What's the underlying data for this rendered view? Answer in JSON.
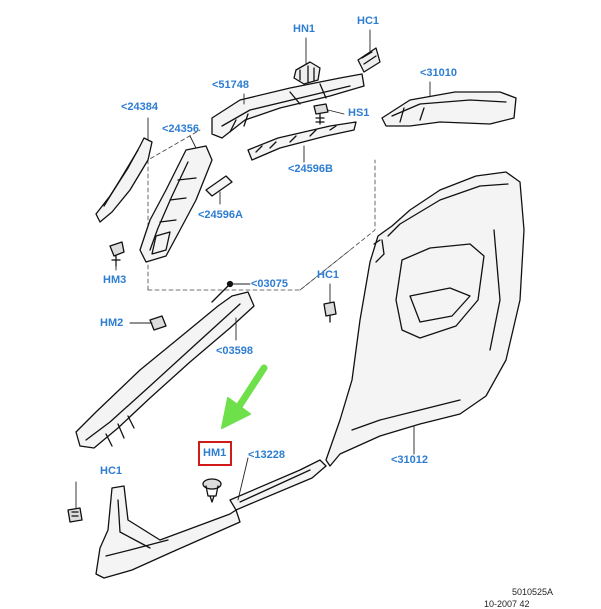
{
  "diagram": {
    "parts": [
      {
        "id": "hn1_top",
        "label": "HN1"
      },
      {
        "id": "hc1_top",
        "label": "HC1"
      },
      {
        "id": "p51748",
        "label": "<51748"
      },
      {
        "id": "p31010",
        "label": "<31010"
      },
      {
        "id": "p24384",
        "label": "<24384"
      },
      {
        "id": "p24356",
        "label": "<24356"
      },
      {
        "id": "hs1",
        "label": "HS1"
      },
      {
        "id": "p24596b",
        "label": "<24596B"
      },
      {
        "id": "p24596a",
        "label": "<24596A"
      },
      {
        "id": "hm3",
        "label": "HM3"
      },
      {
        "id": "hc1_mid",
        "label": "HC1"
      },
      {
        "id": "p03075",
        "label": "<03075"
      },
      {
        "id": "hm2",
        "label": "HM2"
      },
      {
        "id": "p03598",
        "label": "<03598"
      },
      {
        "id": "hm1",
        "label": "HM1"
      },
      {
        "id": "p13228",
        "label": "<13228"
      },
      {
        "id": "p31012",
        "label": "<31012"
      },
      {
        "id": "hc1_bot",
        "label": "HC1"
      }
    ],
    "highlight": {
      "label": "HM1",
      "box_color": "#d11a1a",
      "arrow_color": "#6ee04a"
    },
    "label_color": "#2d7dd2",
    "footer": {
      "code": "5010525A",
      "date": "10-2007 42"
    }
  }
}
